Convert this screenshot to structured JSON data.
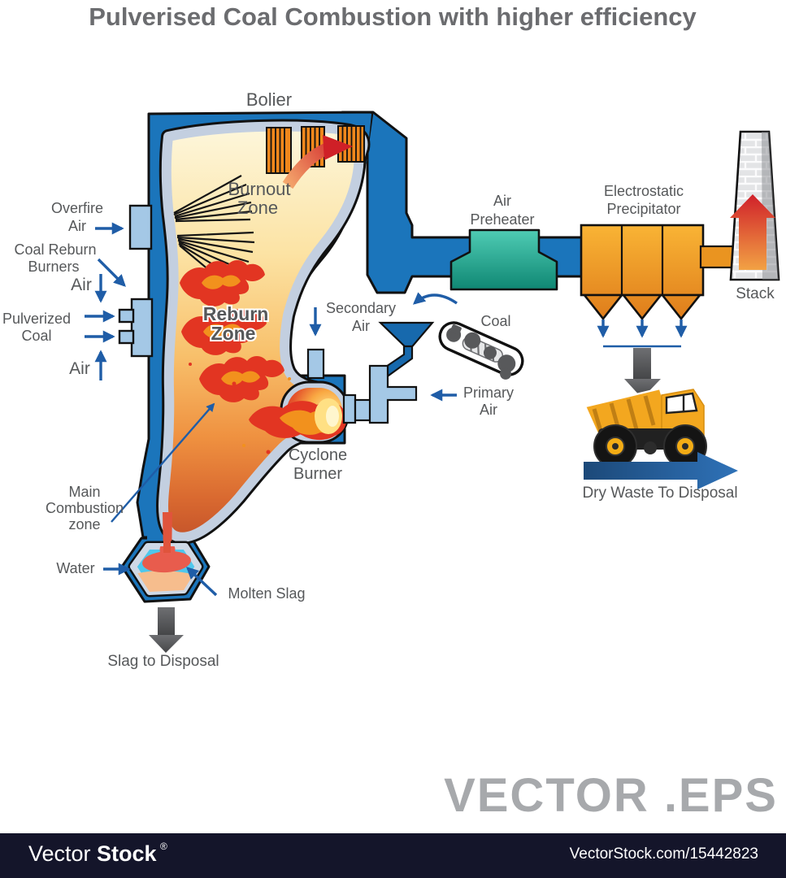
{
  "title": "Pulverised Coal Combustion with higher efficiency",
  "diagram": {
    "boiler": "Bolier",
    "overfire_air": [
      "Overfire",
      "Air"
    ],
    "coal_reburn_burners": [
      "Coal Reburn",
      "Burners"
    ],
    "air_top": "Air",
    "pulverized_coal": [
      "Pulverized",
      "Coal"
    ],
    "air_bottom": "Air",
    "burnout_zone": [
      "Burnout",
      "Zone"
    ],
    "reburn_zone": [
      "Reburn",
      "Zone"
    ],
    "main_combustion_zone": [
      "Main",
      "Combustion",
      "zone"
    ],
    "water": "Water",
    "molten_slag": "Molten Slag",
    "slag_to_disposal": "Slag to Disposal",
    "cyclone_burner": [
      "Cyclone",
      "Burner"
    ],
    "secondary_air": [
      "Secondary",
      "Air"
    ],
    "coal": "Coal",
    "primary_air": [
      "Primary",
      "Air"
    ],
    "air_preheater": [
      "Air",
      "Preheater"
    ],
    "electrostatic_precipitator": [
      "Electrostatic",
      "Precipitator"
    ],
    "stack": "Stack",
    "dry_waste": "Dry Waste To Disposal"
  },
  "watermark": {
    "text": "VECTOR .EPS"
  },
  "footer": {
    "brand_light": "Vector",
    "brand_bold": "Stock",
    "registered": "®",
    "url": "VectorStock.com/15442823"
  },
  "colors": {
    "boiler_blue": "#1b75bb",
    "duct_light_blue": "#a4c8e6",
    "lining_gray": "#c3cfe0",
    "flame_red": "#e23522",
    "flame_orange": "#f2911d",
    "preheater_teal": "#2fbfa4",
    "precipitator_orange": "#f0941f",
    "arrow_blue": "#1f5da7",
    "label_gray": "#56585a",
    "footer_navy": "#14152a",
    "watermark_gray": "#a7a9ac"
  }
}
